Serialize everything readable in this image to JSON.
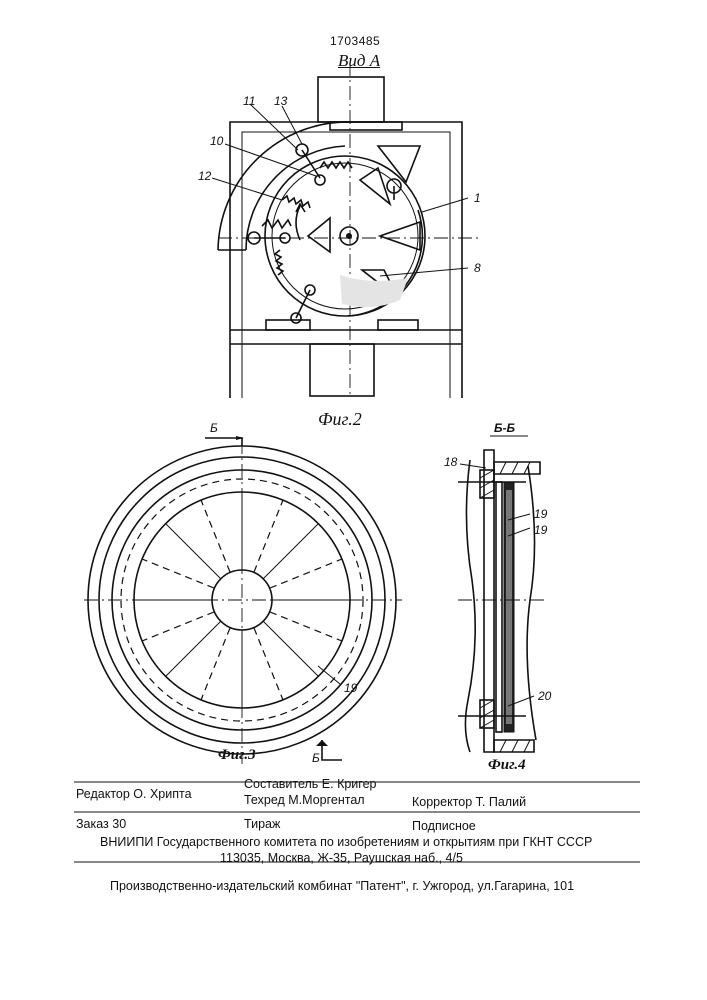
{
  "header": {
    "patent_number": "1703485",
    "view_label": "Вид А"
  },
  "figures": {
    "fig2": {
      "caption": "Фиг.2",
      "callouts": [
        "11",
        "13",
        "10",
        "12",
        "1",
        "8"
      ]
    },
    "fig3": {
      "caption": "Фиг.3",
      "section_mark_top": "Б",
      "section_mark_bottom": "Б",
      "callouts": [
        "19"
      ]
    },
    "fig4": {
      "caption": "Фиг.4",
      "section_title": "Б-Б",
      "callouts": [
        "18",
        "19",
        "19",
        "20"
      ]
    }
  },
  "imprint": {
    "editor": "Редактор О. Хрипта",
    "compiler": "Составитель Е. Кригер",
    "techeditor": "Техред М.Моргентал",
    "corrector": "Корректор Т. Палий",
    "order": "Заказ 30",
    "circulation": "Тираж",
    "subscription": "Подписное",
    "institute": "ВНИИПИ Государственного комитета по изобретениям и открытиям при ГКНТ СССР",
    "address": "113035, Москва, Ж-35, Раушская наб., 4/5",
    "publisher": "Производственно-издательский комбинат \"Патент\", г. Ужгород, ул.Гагарина, 101"
  }
}
